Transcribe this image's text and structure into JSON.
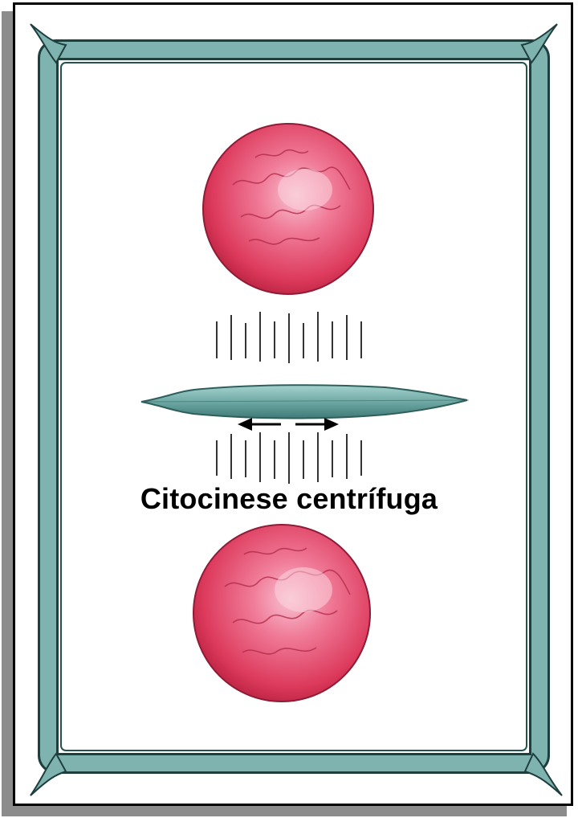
{
  "caption": "Citocinese centrífuga",
  "colors": {
    "cell_wall": "#7fb3b0",
    "cell_wall_edge": "#1e3f3e",
    "nucleus": "#e0405f",
    "nucleus_highlight": "#f6b7c7",
    "phragmoplast_plate": "#7fb3b0",
    "spindle_lines": "#000000",
    "arrows": "#000000"
  },
  "icons": [
    "daughter-nucleus",
    "cell-plate",
    "expansion-arrows",
    "spindle-fibers"
  ]
}
